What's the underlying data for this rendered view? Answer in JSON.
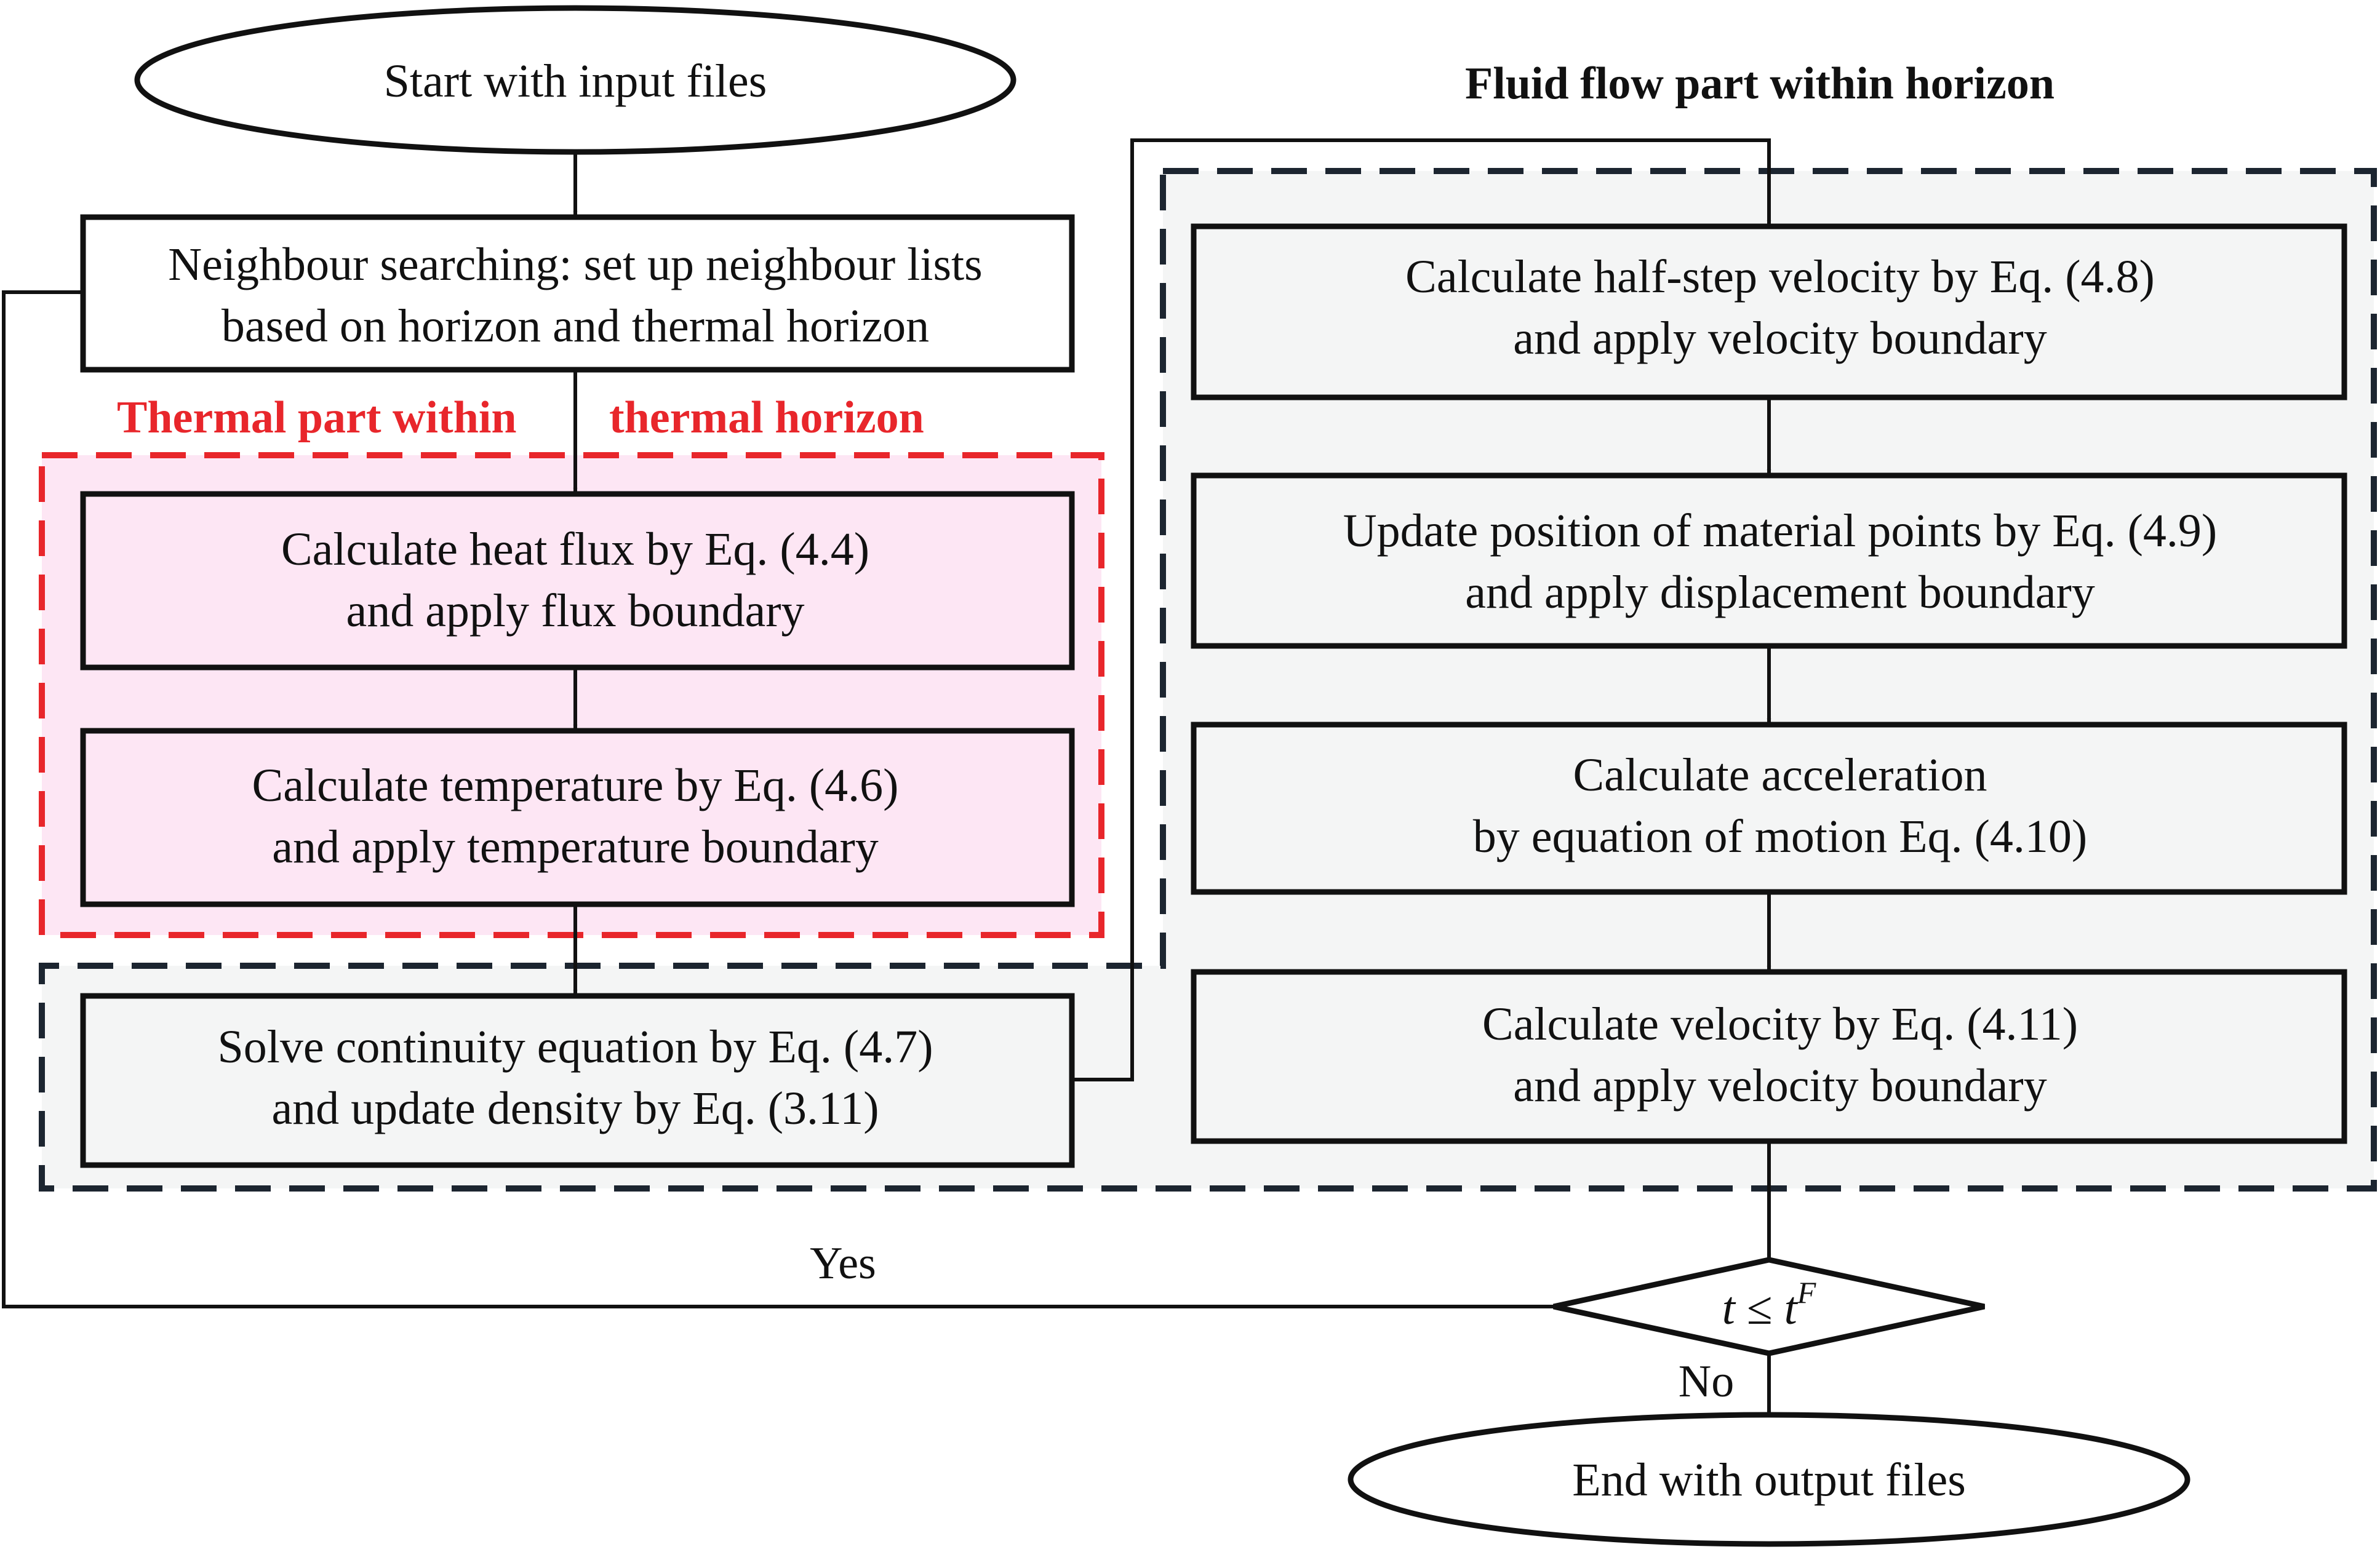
{
  "nodes": {
    "start": {
      "lines": [
        "Start with input files"
      ]
    },
    "neighbour": {
      "lines": [
        "Neighbour searching: set up neighbour lists",
        "based on horizon and thermal horizon"
      ]
    },
    "heat_flux": {
      "lines": [
        "Calculate heat flux by Eq. (4.4)",
        "and apply flux boundary"
      ]
    },
    "temperature": {
      "lines": [
        "Calculate temperature by Eq. (4.6)",
        "and apply temperature boundary"
      ]
    },
    "continuity": {
      "lines": [
        "Solve continuity equation by Eq. (4.7)",
        "and update density by Eq. (3.11)"
      ]
    },
    "half_step": {
      "lines": [
        "Calculate half-step velocity by Eq. (4.8)",
        "and apply velocity boundary"
      ]
    },
    "position": {
      "lines": [
        "Update position of material points by Eq. (4.9)",
        "and apply displacement boundary"
      ]
    },
    "acceleration": {
      "lines": [
        "Calculate acceleration",
        "by equation of motion Eq. (4.10)"
      ]
    },
    "velocity": {
      "lines": [
        "Calculate velocity by Eq. (4.11)",
        "and apply velocity boundary"
      ]
    },
    "decision": {
      "var": "t",
      "op": " ≤ ",
      "var2": "t",
      "sup": "F"
    },
    "end": {
      "lines": [
        "End with output files"
      ]
    }
  },
  "groups": {
    "thermal": {
      "title_a": "Thermal part within",
      "title_b": "thermal horizon",
      "color": "#e8262b",
      "fill": "#fde6f4"
    },
    "fluid": {
      "title": "Fluid flow part within horizon",
      "color": "#1c2530",
      "fill": "#f4f5f5"
    }
  },
  "labels": {
    "yes": "Yes",
    "no": "No"
  },
  "colors": {
    "stroke": "#111111",
    "box_white": "#ffffff",
    "box_grey": "#f4f5f5",
    "box_pink": "#fde6f4"
  },
  "icons": {
    "arrowhead": "arrow-head-icon"
  }
}
